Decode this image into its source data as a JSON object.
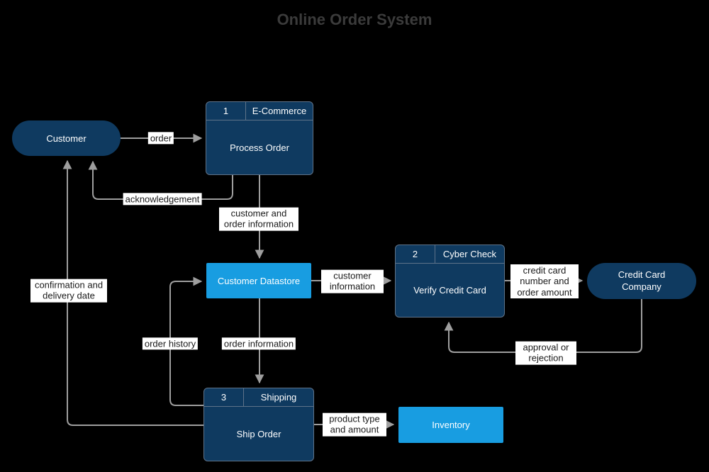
{
  "title": "Online Order System",
  "colors": {
    "node_navy": "#0f3a60",
    "node_blue": "#189de1",
    "node_border": "#5f7389",
    "connector": "#9e9e9e",
    "label_bg": "#ffffff",
    "title_text": "#3b3b3b",
    "background": "#000000"
  },
  "nodes": {
    "customer": {
      "label": "Customer",
      "kind": "external-entity"
    },
    "process_order": {
      "number": "1",
      "system": "E-Commerce",
      "label": "Process Order",
      "kind": "process"
    },
    "customer_datastore": {
      "label": "Customer Datastore",
      "kind": "datastore"
    },
    "verify_credit_card": {
      "number": "2",
      "system": "Cyber Check",
      "label": "Verify Credit Card",
      "kind": "process"
    },
    "credit_card_company": {
      "label": "Credit Card Company",
      "kind": "external-entity"
    },
    "ship_order": {
      "number": "3",
      "system": "Shipping",
      "label": "Ship Order",
      "kind": "process"
    },
    "inventory": {
      "label": "Inventory",
      "kind": "datastore"
    }
  },
  "edges": {
    "order": {
      "label": "order",
      "from": "customer",
      "to": "process_order"
    },
    "acknowledgement": {
      "label": "acknowledgement",
      "from": "process_order",
      "to": "customer"
    },
    "customer_and_order_information": {
      "label": "customer and order information",
      "from": "process_order",
      "to": "customer_datastore"
    },
    "customer_information": {
      "label": "customer information",
      "from": "customer_datastore",
      "to": "verify_credit_card"
    },
    "credit_card_number_and_order_amount": {
      "label": "credit card number and order amount",
      "from": "verify_credit_card",
      "to": "credit_card_company"
    },
    "approval_or_rejection": {
      "label": "approval or rejection",
      "from": "credit_card_company",
      "to": "verify_credit_card"
    },
    "order_information": {
      "label": "order information",
      "from": "customer_datastore",
      "to": "ship_order"
    },
    "order_history": {
      "label": "order history",
      "from": "ship_order",
      "to": "customer_datastore"
    },
    "confirmation_and_delivery_date": {
      "label": "confirmation and delivery date",
      "from": "ship_order",
      "to": "customer"
    },
    "product_type_and_amount": {
      "label": "product type and amount",
      "from": "ship_order",
      "to": "inventory"
    }
  }
}
